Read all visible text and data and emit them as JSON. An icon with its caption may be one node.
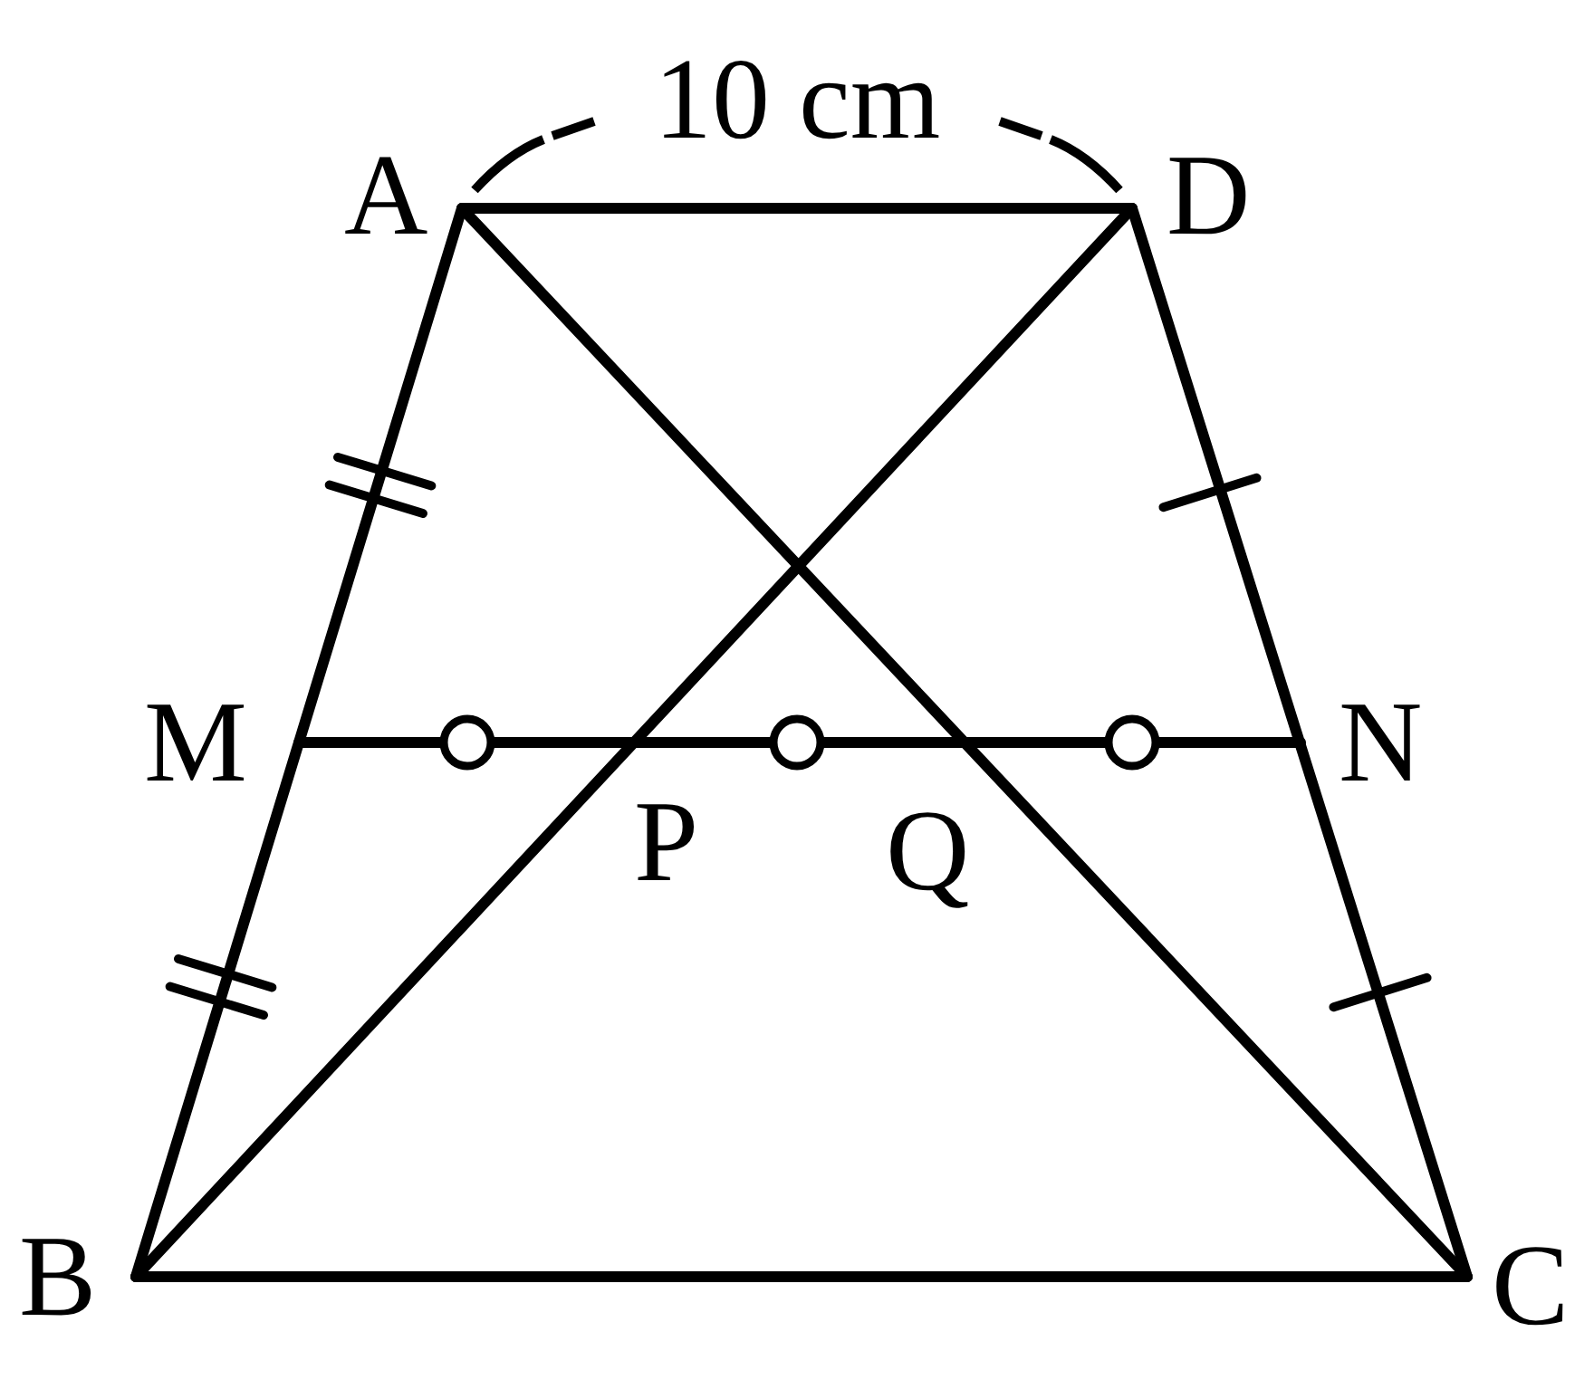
{
  "diagram": {
    "labels": [
      "10 cm",
      "A",
      "D",
      "M",
      "N",
      "P",
      "Q",
      "B",
      "C"
    ]
  }
}
